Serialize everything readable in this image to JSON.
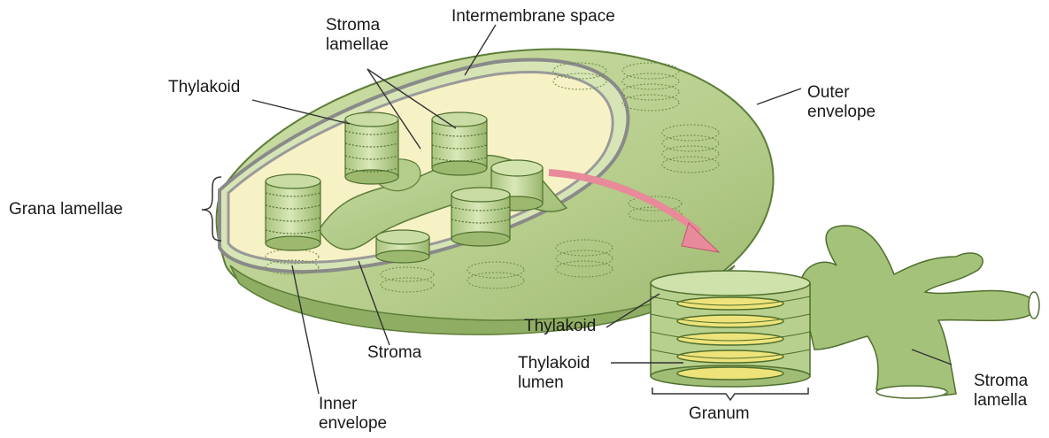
{
  "diagram": {
    "labels": {
      "stroma_lamellae_line1": "Stroma",
      "stroma_lamellae_line2": "lamellae",
      "intermembrane_space": "Intermembrane space",
      "thylakoid_top": "Thylakoid",
      "outer_envelope_line1": "Outer",
      "outer_envelope_line2": "envelope",
      "grana_lamellae": "Grana lamellae",
      "stroma": "Stroma",
      "inner_envelope_line1": "Inner",
      "inner_envelope_line2": "envelope",
      "thylakoid_detail": "Thylakoid",
      "thylakoid_lumen_line1": "Thylakoid",
      "thylakoid_lumen_line2": "lumen",
      "granum": "Granum",
      "stroma_lamella_line1": "Stroma",
      "stroma_lamella_line2": "lamella"
    },
    "colors": {
      "outer_green": "#b9cf92",
      "dark_green": "#6f9143",
      "light_green": "#d6e4b4",
      "stroma_yellow": "#f6f0c4",
      "lumen_yellow": "#eee37a",
      "arrow_pink": "#e88a9a"
    }
  }
}
